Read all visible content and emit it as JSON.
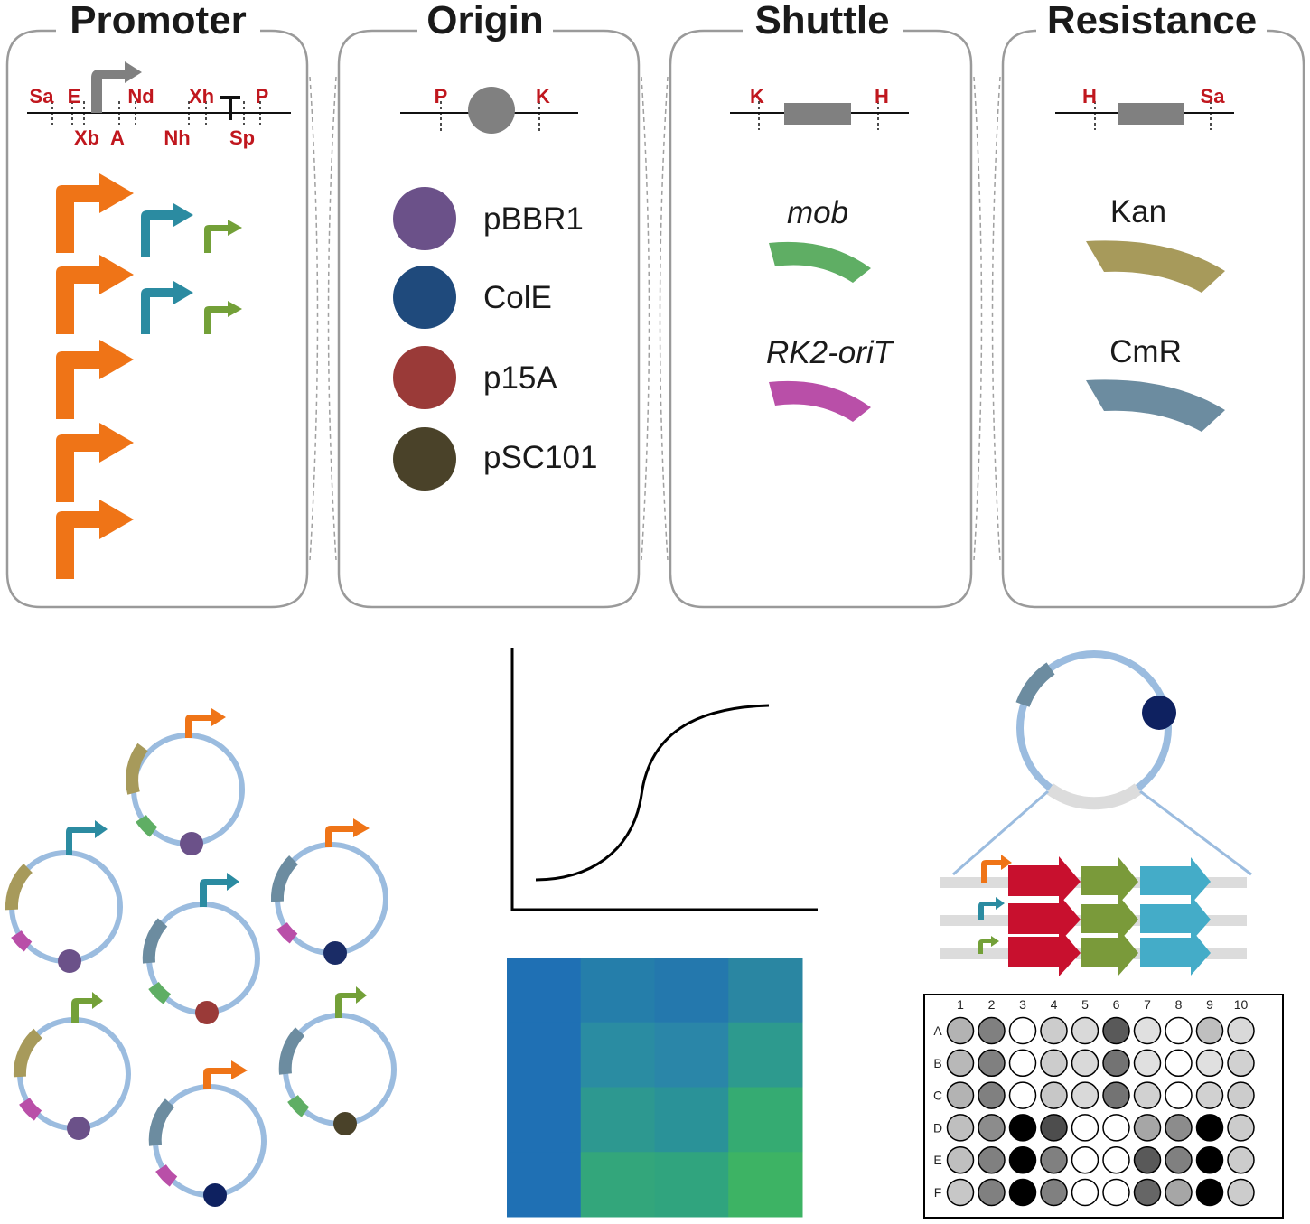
{
  "panels": [
    {
      "title": "Promoter"
    },
    {
      "title": "Origin"
    },
    {
      "title": "Shuttle"
    },
    {
      "title": "Resistance"
    }
  ],
  "promoter_map": {
    "top_sites": [
      "Sa",
      "E",
      "Nd",
      "Xh",
      "P"
    ],
    "bottom_sites": [
      "Xb",
      "A",
      "Nh",
      "Sp"
    ]
  },
  "origin_map": {
    "sites": [
      "P",
      "K"
    ]
  },
  "origins": [
    {
      "label": "pBBR1",
      "color": "#6b5189"
    },
    {
      "label": "ColE",
      "color": "#1f4a7c"
    },
    {
      "label": "p15A",
      "color": "#9a3a38"
    },
    {
      "label": "pSC101",
      "color": "#4a4229"
    }
  ],
  "shuttle_map": {
    "sites": [
      "K",
      "H"
    ]
  },
  "shuttle_parts": [
    {
      "label": "mob",
      "color": "#5fae64"
    },
    {
      "label": "RK2-oriT",
      "color": "#b94fa8"
    }
  ],
  "resistance_map": {
    "sites": [
      "H",
      "Sa"
    ]
  },
  "resistance_parts": [
    {
      "label": "Kan",
      "color": "#a79a5b"
    },
    {
      "label": "CmR",
      "color": "#6c8ca0"
    }
  ],
  "promoter_colors": {
    "strong": "#ef7417",
    "medium": "#2b8ba1",
    "weak": "#73a038",
    "map": "#808080"
  },
  "plate": {
    "columns": [
      "1",
      "2",
      "3",
      "4",
      "5",
      "6",
      "7",
      "8",
      "9",
      "10"
    ],
    "rows": [
      "A",
      "B",
      "C",
      "D",
      "E",
      "F"
    ],
    "levels": [
      [
        0.3,
        0.5,
        0.0,
        0.2,
        0.15,
        0.65,
        0.12,
        0.0,
        0.25,
        0.15
      ],
      [
        0.28,
        0.5,
        0.0,
        0.2,
        0.15,
        0.55,
        0.12,
        0.0,
        0.12,
        0.18
      ],
      [
        0.3,
        0.5,
        0.0,
        0.22,
        0.15,
        0.55,
        0.18,
        0.0,
        0.18,
        0.2
      ],
      [
        0.25,
        0.45,
        1.0,
        0.7,
        0.0,
        0.0,
        0.35,
        0.45,
        1.0,
        0.2
      ],
      [
        0.25,
        0.5,
        1.0,
        0.5,
        0.0,
        0.0,
        0.65,
        0.5,
        1.0,
        0.2
      ],
      [
        0.22,
        0.5,
        1.0,
        0.5,
        0.0,
        0.0,
        0.6,
        0.35,
        1.0,
        0.2
      ]
    ]
  },
  "heatmap": {
    "colors": [
      [
        "#1f70b4",
        "#257eaa",
        "#2478ad",
        "#2a86a2"
      ],
      [
        "#1f70b4",
        "#2a8ca2",
        "#2a86a8",
        "#2d9a8e"
      ],
      [
        "#1f70b4",
        "#2d9890",
        "#2a9298",
        "#35ab72"
      ],
      [
        "#1f70b4",
        "#33a67b",
        "#30a47e",
        "#3db364"
      ]
    ]
  },
  "cassette_colors": [
    "#c8102e",
    "#7a9a3a",
    "#44acc8"
  ]
}
